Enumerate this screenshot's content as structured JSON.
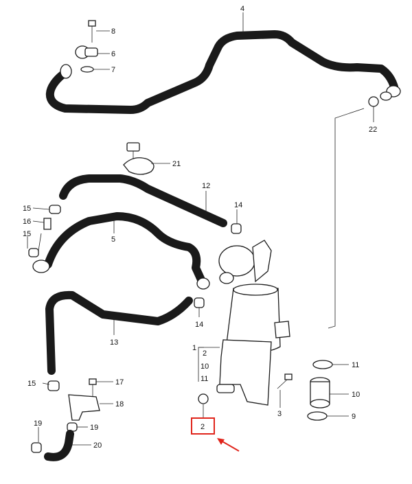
{
  "diagram": {
    "callouts": [
      {
        "id": "c4",
        "text": "4"
      },
      {
        "id": "c8",
        "text": "8"
      },
      {
        "id": "c6",
        "text": "6"
      },
      {
        "id": "c7",
        "text": "7"
      },
      {
        "id": "c22",
        "text": "22"
      },
      {
        "id": "c21",
        "text": "21"
      },
      {
        "id": "c12",
        "text": "12"
      },
      {
        "id": "c15a",
        "text": "15"
      },
      {
        "id": "c16",
        "text": "16"
      },
      {
        "id": "c15b",
        "text": "15"
      },
      {
        "id": "c5",
        "text": "5"
      },
      {
        "id": "c14a",
        "text": "14"
      },
      {
        "id": "c14b",
        "text": "14"
      },
      {
        "id": "c13",
        "text": "13"
      },
      {
        "id": "c1",
        "text": "1"
      },
      {
        "id": "c2a",
        "text": "2"
      },
      {
        "id": "c10a",
        "text": "10"
      },
      {
        "id": "c11a",
        "text": "11"
      },
      {
        "id": "c11b",
        "text": "11"
      },
      {
        "id": "c10b",
        "text": "10"
      },
      {
        "id": "c9",
        "text": "9"
      },
      {
        "id": "c3",
        "text": "3"
      },
      {
        "id": "c15c",
        "text": "15"
      },
      {
        "id": "c17",
        "text": "17"
      },
      {
        "id": "c18",
        "text": "18"
      },
      {
        "id": "c19a",
        "text": "19"
      },
      {
        "id": "c19b",
        "text": "19"
      },
      {
        "id": "c20",
        "text": "20"
      },
      {
        "id": "c2b",
        "text": "2"
      }
    ],
    "highlight_color": "#e0241b",
    "line_color": "#1a1a1a"
  }
}
